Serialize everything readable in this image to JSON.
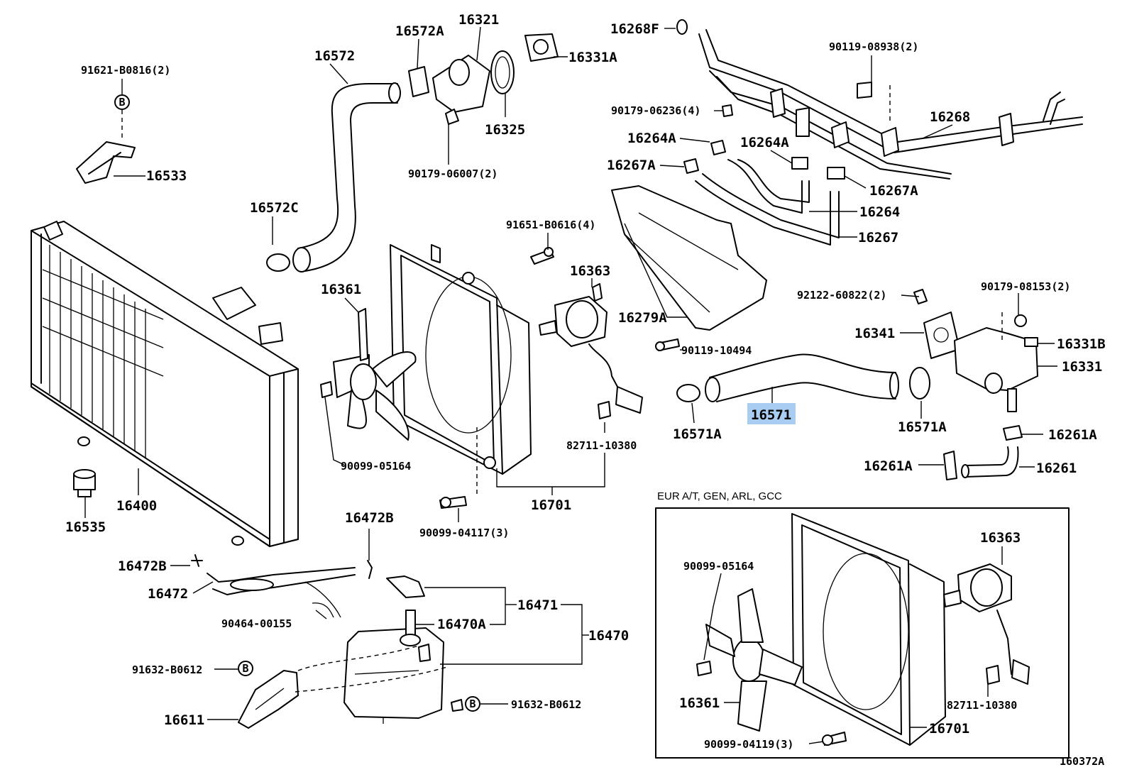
{
  "diagram_code": "160372A",
  "section_label": "EUR A/T, GEN, ARL, GCC",
  "highlighted_part": "16571",
  "highlight_color": "#a9cdf2",
  "callout_symbol": "B",
  "labels": {
    "p91621": "91621-B0816(2)",
    "p16533": "16533",
    "p16572": "16572",
    "p16572A": "16572A",
    "p16321": "16321",
    "p16331A": "16331A",
    "p16325": "16325",
    "p90179_06007": "90179-06007(2)",
    "p16268F": "16268F",
    "p90119_08938": "90119-08938(2)",
    "p90179_06236": "90179-06236(4)",
    "p16268": "16268",
    "p16264A_1": "16264A",
    "p16264A_2": "16264A",
    "p16267A_1": "16267A",
    "p16267A_2": "16267A",
    "p16264": "16264",
    "p16267": "16267",
    "p16572C": "16572C",
    "p91651": "91651-B0616(4)",
    "p16363": "16363",
    "p16361": "16361",
    "p16279A": "16279A",
    "p90119_10494": "90119-10494",
    "p92122": "92122-60822(2)",
    "p90179_08153": "90179-08153(2)",
    "p16341": "16341",
    "p16331B": "16331B",
    "p16331": "16331",
    "p16571": "16571",
    "p16571A_1": "16571A",
    "p16571A_2": "16571A",
    "p16261A_1": "16261A",
    "p16261A_2": "16261A",
    "p16261": "16261",
    "p90099_05164": "90099-05164",
    "p82711": "82711-10380",
    "p16701": "16701",
    "p16400": "16400",
    "p16535": "16535",
    "p90099_04117": "90099-04117(3)",
    "p16472B_1": "16472B",
    "p16472B_2": "16472B",
    "p16472": "16472",
    "p90464": "90464-00155",
    "p16471": "16471",
    "p16470A": "16470A",
    "p16470": "16470",
    "p91632_1": "91632-B0612",
    "p91632_2": "91632-B0612",
    "p16611": "16611",
    "s_90099_05164": "90099-05164",
    "s_16363": "16363",
    "s_16361": "16361",
    "s_82711": "82711-10380",
    "s_16701": "16701",
    "s_90099_04119": "90099-04119(3)"
  }
}
